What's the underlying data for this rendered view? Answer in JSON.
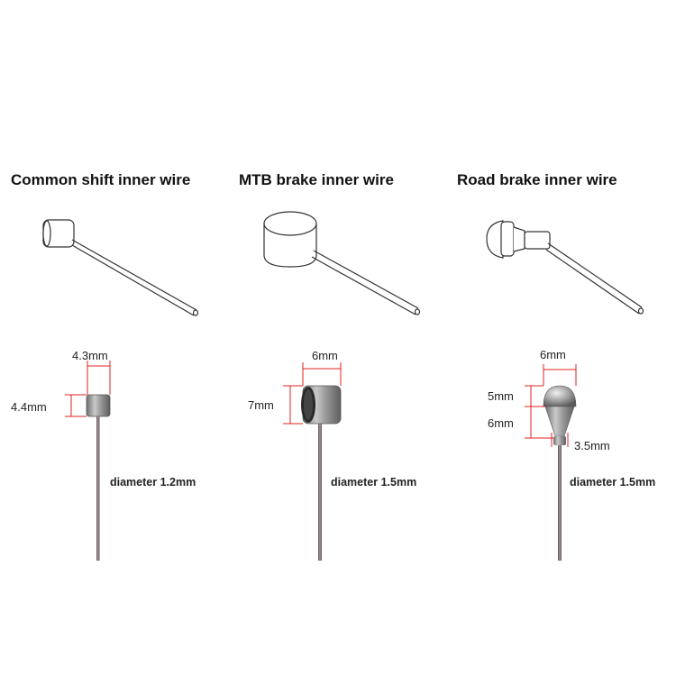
{
  "columns": [
    {
      "title": "Common shift inner wire",
      "width_label": "4.3mm",
      "height_label": "4.4mm",
      "diameter_label": "diameter 1.2mm"
    },
    {
      "title": "MTB brake inner wire",
      "width_label": "6mm",
      "height_label": "7mm",
      "diameter_label": "diameter 1.5mm"
    },
    {
      "title": "Road brake inner wire",
      "width_label": "6mm",
      "head_height_label": "5mm",
      "neck_height_label": "6mm",
      "neck_width_label": "3.5mm",
      "diameter_label": "diameter 1.5mm"
    }
  ],
  "colors": {
    "dimension_line": "#e02020",
    "outline": "#333333",
    "steel": "#8c8c8c"
  }
}
